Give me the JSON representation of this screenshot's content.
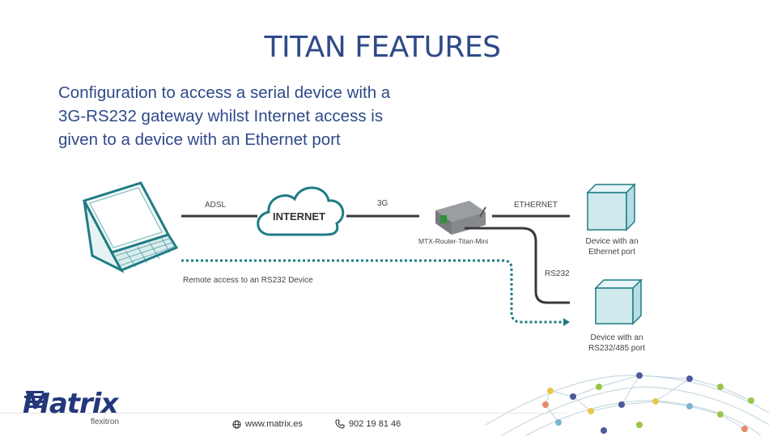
{
  "slide": {
    "title": "TITAN FEATURES",
    "description_lines": [
      "Configuration to access a serial device with a",
      "3G-RS232 gateway whilst Internet access is",
      "given to a device with an Ethernet port"
    ]
  },
  "diagram": {
    "link_adsl": "ADSL",
    "cloud_label": "INTERNET",
    "link_3g": "3G",
    "link_ethernet": "ETHERNET",
    "router_label": "MTX-Router-Titan-Mini",
    "link_rs232": "RS232",
    "remote_label": "Remote access to an RS232 Device",
    "device_ethernet_lines": [
      "Device with an",
      "Ethernet port"
    ],
    "device_rs232_lines": [
      "Device with an",
      "RS232/485 port"
    ]
  },
  "footer": {
    "brand": "Matrix",
    "brand_sub": "flexitron",
    "website": "www.matrix.es",
    "phone": "902 19 81 46"
  },
  "colors": {
    "title": "#2f4a8a",
    "diagram_lines": "#3a3a3a",
    "cube_fill": "#cfe9ed",
    "logo": "#23387a"
  },
  "icons": {
    "laptop": "laptop-icon",
    "cloud": "cloud-icon",
    "router": "router-icon",
    "cube": "cube-icon",
    "globe": "globe-icon",
    "phone": "phone-icon"
  }
}
